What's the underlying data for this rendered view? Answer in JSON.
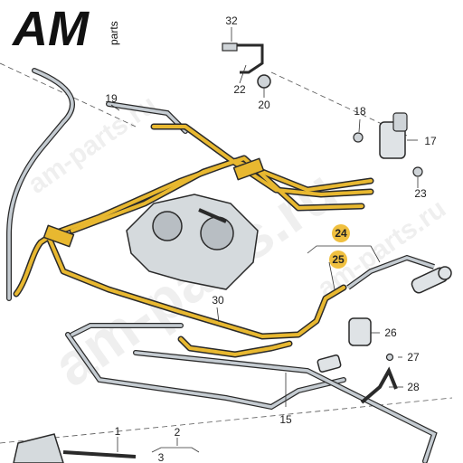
{
  "logo": {
    "main": "AM",
    "sub": "parts"
  },
  "watermark": {
    "site": "am-parts.ru"
  },
  "colors": {
    "highlight": "#e8b830",
    "hose": "#9aa3aa",
    "outline": "#2a2a2a",
    "badge": "#f0c040"
  },
  "callouts": {
    "c1": "1",
    "c2": "2",
    "c3": "3",
    "c15": "15",
    "c17": "17",
    "c18": "18",
    "c19": "19",
    "c20": "20",
    "c22": "22",
    "c23": "23",
    "c24": "24",
    "c25": "25",
    "c26": "26",
    "c27": "27",
    "c28": "28",
    "c30": "30",
    "c32": "32"
  }
}
